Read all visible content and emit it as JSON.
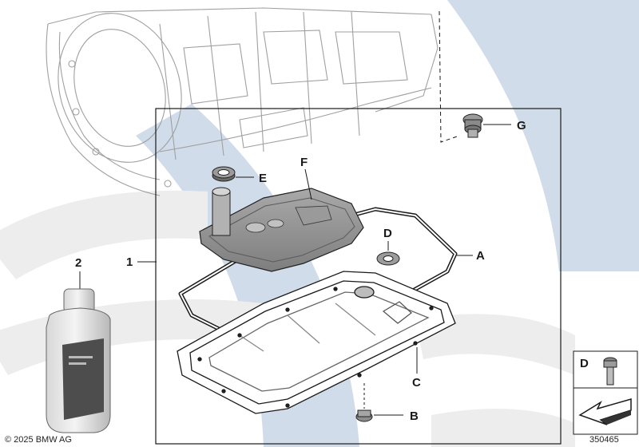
{
  "labels": {
    "g": "G",
    "e": "E",
    "f": "F",
    "d": "D",
    "a": "A",
    "one": "1",
    "two": "2",
    "c": "C",
    "b": "B"
  },
  "inset": {
    "label": "D"
  },
  "copyright": "© 2025 BMW AG",
  "diagram_number": "350465",
  "colors": {
    "watermark_blue": "#c9d6e6",
    "watermark_grey": "#ececec",
    "line": "#1a1a1a",
    "part_grey": "#8f8f8f"
  }
}
